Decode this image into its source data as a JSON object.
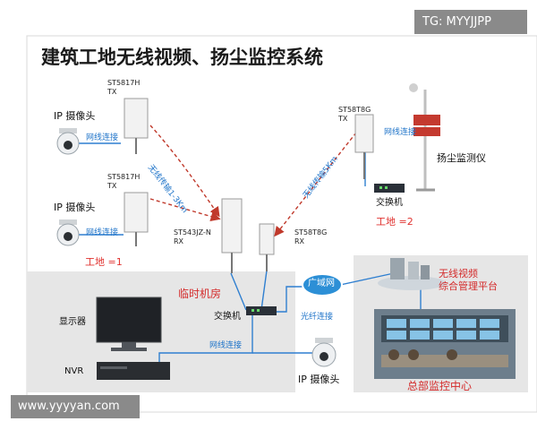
{
  "watermark_top": "TG: MYYJJPP",
  "watermark_bottom": "www.yyyyan.com",
  "title": "建筑工地无线视频、扬尘监控系统",
  "cameras": {
    "cam1": "IP 摄像头",
    "cam2": "IP 摄像头",
    "cam3": "IP 摄像头"
  },
  "radios": {
    "tx1_model": "ST5817H",
    "tx1_role": "TX",
    "tx2_model": "ST5817H",
    "tx2_role": "TX",
    "dust_model": "ST58T8G",
    "dust_role": "TX",
    "rx1_model": "ST543JZ-N",
    "rx1_role": "RX",
    "rx2_model": "ST58T8G",
    "rx2_role": "RX"
  },
  "links": {
    "net1": "网线连接",
    "net2": "网线连接",
    "net3": "网线连接",
    "net4": "网线连接",
    "wireless_left": "无线传输1-3Km",
    "wireless_right": "无线传输5Km",
    "fiber": "光纤连接",
    "wan": "广域网"
  },
  "devices": {
    "switch1": "交换机",
    "switch2": "交换机",
    "monitor": "显示器",
    "nvr": "NVR",
    "dust_monitor": "扬尘监测仪"
  },
  "sites": {
    "site1": "工地 =1",
    "site2": "工地 =2",
    "temp_room": "临时机房",
    "platform_line1": "无线视频",
    "platform_line2": "综合管理平台",
    "hq": "总部监控中心"
  },
  "colors": {
    "wire_blue": "#2f7fd0",
    "wireless_red": "#c0392b",
    "accent_red": "#d42b2b",
    "wan_blue": "#2c8fd6",
    "zone_gray": "#e9e9e9"
  }
}
